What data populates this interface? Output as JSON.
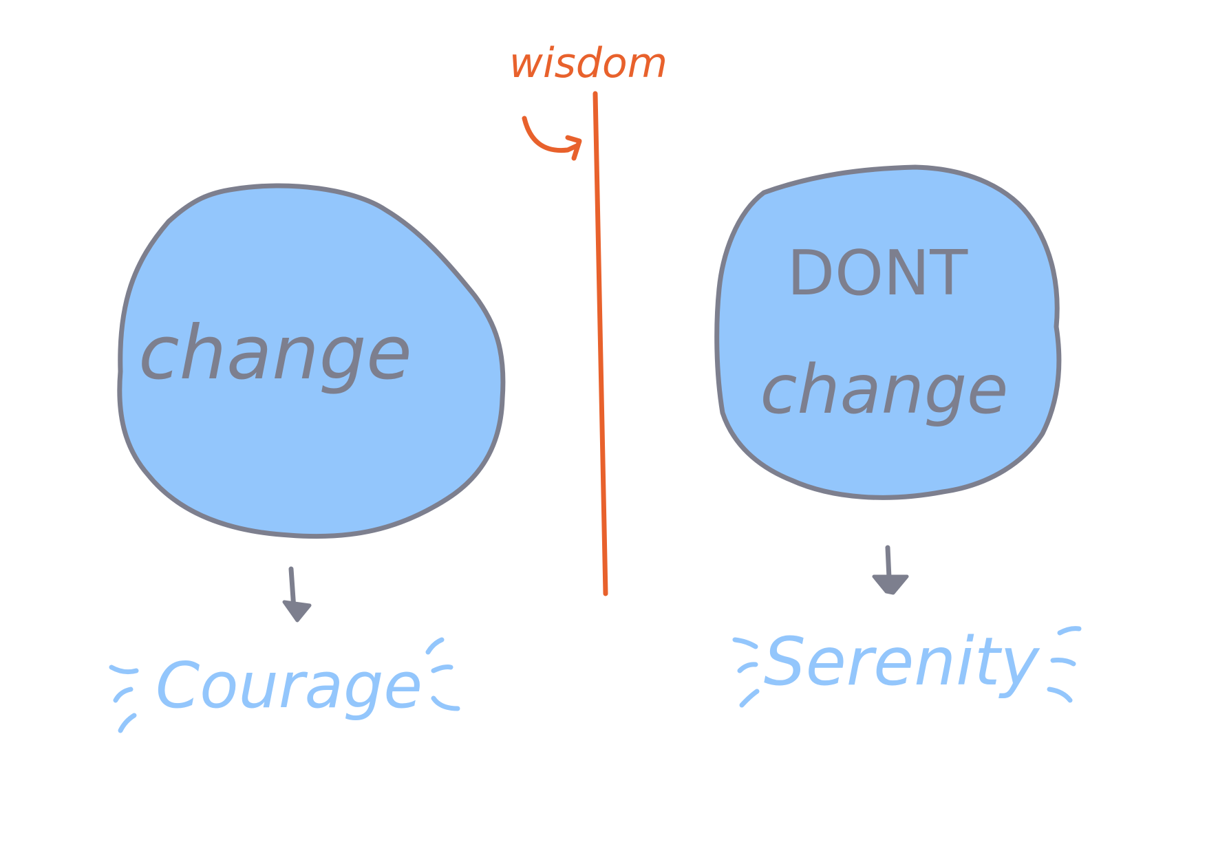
{
  "colors": {
    "background": "#ffffff",
    "blob_fill": "#93c6fc",
    "blob_outline": "#7d7f8e",
    "wisdom": "#e8612c",
    "outcome": "#93c6fc"
  },
  "wisdom": {
    "label": "wisdom"
  },
  "left": {
    "circle_label": "change",
    "outcome_label": "Courage"
  },
  "right": {
    "circle_label_top": "DONT",
    "circle_label_bottom": "change",
    "outcome_label": "Serenity"
  }
}
